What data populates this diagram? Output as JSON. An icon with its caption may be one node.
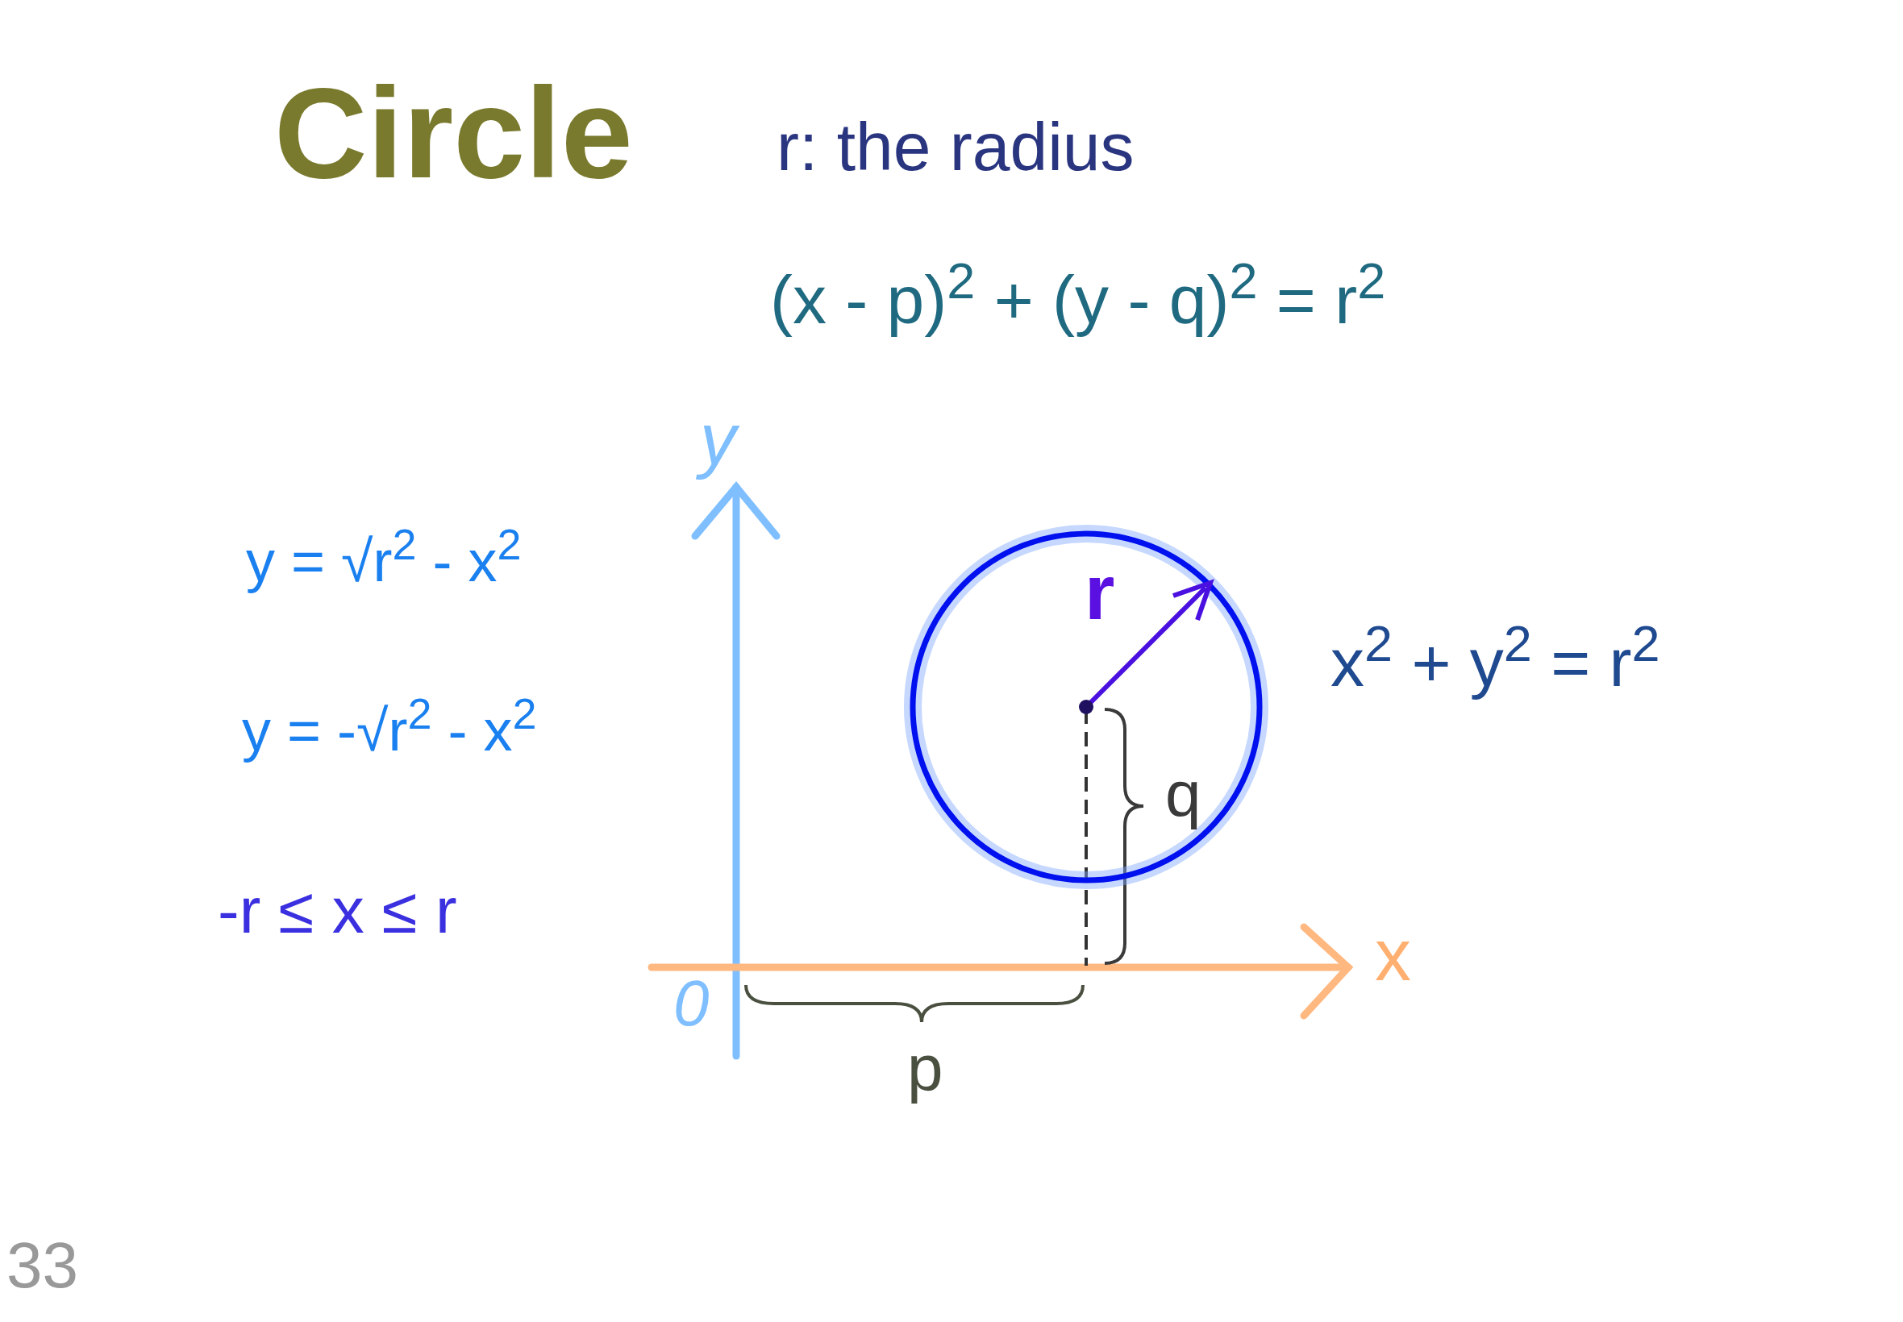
{
  "diagram": {
    "title": "Circle",
    "nodes": [
      {
        "text": [
          "r"
        ]
      }
    ],
    "labels": [
      "r: the radius",
      "(x - p)$^{2}$ + (y - q)$^{2}$ = r$^{2}$",
      "y",
      "y = √r$^{2}$ - x$^{2}$",
      "y = -√r$^{2}$ - x$^{2}$",
      "x$^{2}$ + y$^{2}$ = r$^{2}$",
      "q",
      "-r ≤ x ≤ r",
      "x",
      "0",
      "p",
      "33"
    ]
  }
}
